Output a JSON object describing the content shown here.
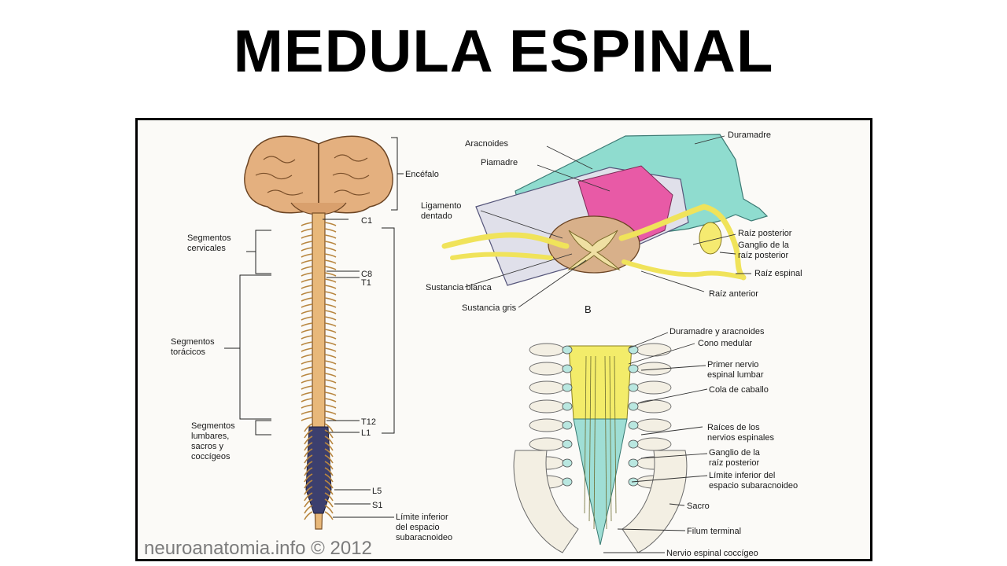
{
  "title": "MEDULA ESPINAL",
  "left_panel": {
    "encefalo": "Encéfalo",
    "c1": "C1",
    "c8": "C8",
    "t1": "T1",
    "t12": "T12",
    "l1": "L1",
    "l5": "L5",
    "s1": "S1",
    "cervicales": [
      "Segmentos",
      "cervicales"
    ],
    "toracicos": [
      "Segmentos",
      "torácicos"
    ],
    "lumbares": [
      "Segmentos",
      "lumbares,",
      "sacros y",
      "coccígeos"
    ],
    "limite": [
      "Límite inferior",
      "del espacio",
      "subaracnoideo"
    ]
  },
  "top_panel": {
    "aracnoides": "Aracnoides",
    "duramadre": "Duramadre",
    "piamadre": "Piamadre",
    "ligamento": [
      "Ligamento",
      "dentado"
    ],
    "raiz_posterior": "Raíz posterior",
    "ganglio": [
      "Ganglio de la",
      "raíz posterior"
    ],
    "raiz_espinal": "Raíz espinal",
    "sustancia_blanca": "Sustancia blanca",
    "raiz_anterior": "Raíz anterior",
    "sustancia_gris": "Sustancia gris",
    "letter_b": "B"
  },
  "bottom_panel": {
    "dura_arac": "Duramadre y aracnoides",
    "cono": "Cono medular",
    "primer": [
      "Primer nervio",
      "espinal lumbar"
    ],
    "cola": "Cola de caballo",
    "raices": [
      "Raíces de los",
      "nervios espinales"
    ],
    "ganglio": [
      "Ganglio de la",
      "raíz posterior"
    ],
    "limite": [
      "Límite inferior del",
      "espacio subaracnoideo"
    ],
    "sacro": "Sacro",
    "filum": "Filum terminal",
    "coccigeo": "Nervio espinal coccígeo"
  },
  "watermark": "neuroanatomia.info © 2012"
}
